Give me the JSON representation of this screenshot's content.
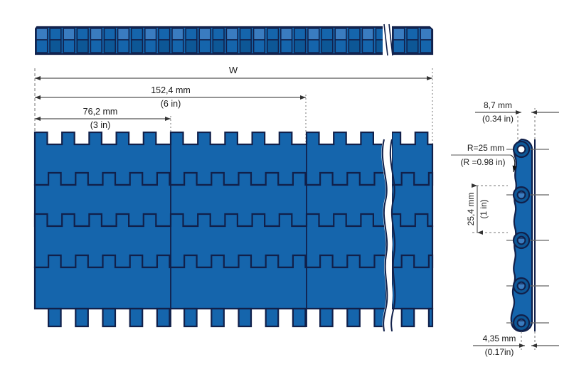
{
  "drawing": {
    "title": "Modular conveyor belt dimensional drawing",
    "views": {
      "side_strip": {
        "name": "side-edge-view",
        "module_count": 29,
        "has_break": true
      },
      "top_view": {
        "name": "belt-top-view",
        "rows": 4,
        "teeth_per_row": 17,
        "has_break": true
      },
      "link_detail": {
        "name": "chain-link-side-detail",
        "hinge_count": 5
      }
    }
  },
  "dimensions": {
    "width": {
      "label": "W",
      "name": "belt-width-dimension"
    },
    "pitch_long": {
      "mm": "152,4 mm",
      "inch": "(6 in)",
      "name": "length-152mm-dimension"
    },
    "pitch_short": {
      "mm": "76,2 mm",
      "inch": "(3 in)",
      "name": "length-76mm-dimension"
    },
    "link_offset": {
      "mm": "8,7 mm",
      "inch": "(0.34 in)",
      "name": "link-offset-dimension"
    },
    "radius": {
      "mm": "R=25 mm",
      "inch": "(R =0.98 in)",
      "name": "radius-callout"
    },
    "pitch_vertical": {
      "mm": "25,4 mm",
      "inch": "(1 in)",
      "name": "hinge-pitch-dimension"
    },
    "thickness": {
      "mm": "4,35 mm",
      "inch": "(0.17in)",
      "name": "link-thickness-dimension"
    }
  },
  "colors": {
    "belt_blue": "#1565ac",
    "belt_blue_light": "#3a7cc0",
    "belt_blue_dark": "#0d5796",
    "outline": "#11204a",
    "dim_line": "#555555",
    "text": "#1a1a1a"
  }
}
